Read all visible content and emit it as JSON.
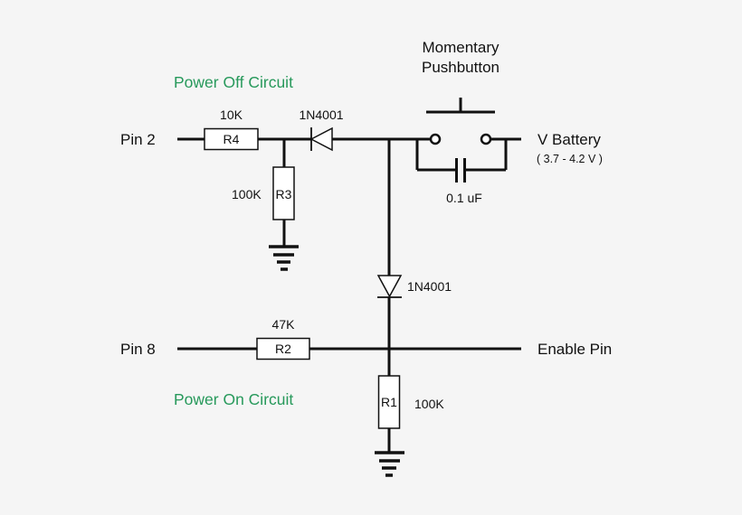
{
  "diagram": {
    "title_power_off": "Power Off Circuit",
    "title_power_on": "Power On Circuit",
    "accent_color": "#27995b",
    "pins": {
      "pin2": "Pin 2",
      "pin8": "Pin 8",
      "enable": "Enable Pin",
      "battery": "V Battery",
      "battery_range": "( 3.7 - 4.2 V )"
    },
    "pushbutton": {
      "line1": "Momentary",
      "line2": "Pushbutton"
    },
    "components": {
      "r4": {
        "name": "R4",
        "value": "10K"
      },
      "r3": {
        "name": "R3",
        "value": "100K"
      },
      "r2": {
        "name": "R2",
        "value": "47K"
      },
      "r1": {
        "name": "R1",
        "value": "100K"
      },
      "d1": {
        "value": "1N4001"
      },
      "d2": {
        "value": "1N4001"
      },
      "c1": {
        "value": "0.1 uF"
      }
    }
  }
}
